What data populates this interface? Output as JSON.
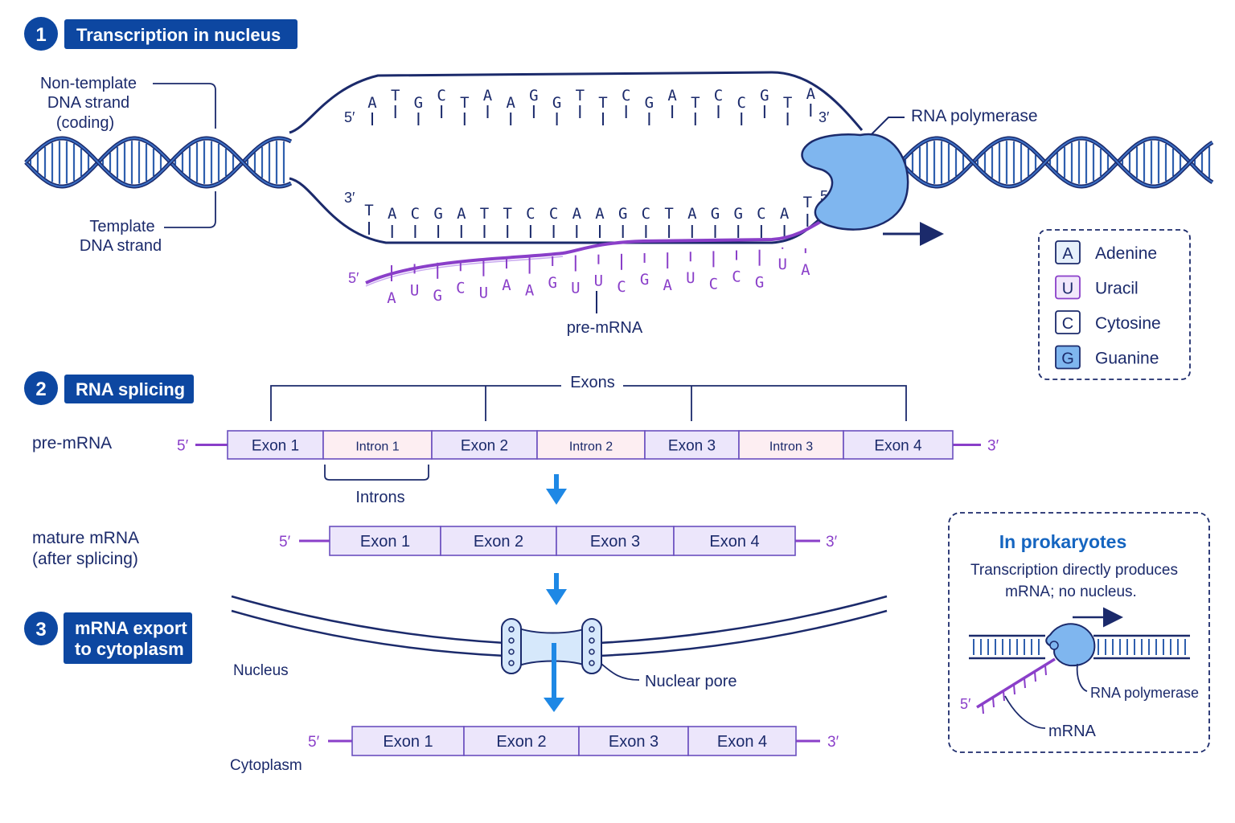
{
  "colors": {
    "navy": "#1b2a6b",
    "step_badge": "#0d47a1",
    "dna": "#2f5fae",
    "polymerase": "#7fb6ef",
    "rna": "#8a3fc9",
    "exon_fill": "#ece6fb",
    "exon_stroke": "#6a4fbf",
    "intron_fill": "#fdeef2",
    "arrow_blue": "#1e88e5",
    "legend_border": "#1b2a6b"
  },
  "step1": {
    "number": "1",
    "title": "Transcription in nucleus",
    "labels": {
      "nontemplate": [
        "Non-template",
        "DNA strand",
        "(coding)"
      ],
      "template": [
        "Template",
        "DNA strand"
      ],
      "polymerase": "RNA polymerase",
      "premrna": "pre-mRNA"
    },
    "ends": {
      "top_left": "5′",
      "top_right": "3′",
      "bottom_left": "3′",
      "bottom_right": "5′",
      "rna_left": "5′"
    },
    "coding_seq": [
      "A",
      "T",
      "G",
      "C",
      "T",
      "A",
      "A",
      "G",
      "G",
      "T",
      "T",
      "C",
      "G",
      "A",
      "T",
      "C",
      "C",
      "G",
      "T",
      "A"
    ],
    "template_seq": [
      "T",
      "A",
      "C",
      "G",
      "A",
      "T",
      "T",
      "C",
      "C",
      "A",
      "A",
      "G",
      "C",
      "T",
      "A",
      "G",
      "G",
      "C",
      "A",
      "T"
    ],
    "rna_seq": [
      "A",
      "U",
      "G",
      "C",
      "U",
      "A",
      "A",
      "G",
      "U",
      "U",
      "C",
      "G",
      "A",
      "U",
      "C",
      "C",
      "G",
      "U",
      "A"
    ]
  },
  "legend": [
    {
      "letter": "A",
      "name": "Adenine"
    },
    {
      "letter": "U",
      "name": "Uracil"
    },
    {
      "letter": "C",
      "name": "Cytosine"
    },
    {
      "letter": "G",
      "name": "Guanine"
    }
  ],
  "step2": {
    "number": "2",
    "title": "RNA splicing",
    "exons_label": "Exons",
    "introns_label": "Introns",
    "premrna_label": "pre-mRNA",
    "mature_label": [
      "mature mRNA",
      "(after splicing)"
    ],
    "premrna_segments": [
      "Exon 1",
      "Intron 1",
      "Exon 2",
      "Intron 2",
      "Exon 3",
      "Intron 3",
      "Exon 4"
    ],
    "mature_segments": [
      "Exon 1",
      "Exon 2",
      "Exon 3",
      "Exon 4"
    ],
    "five": "5′",
    "three": "3′"
  },
  "step3": {
    "number": "3",
    "title": [
      "mRNA export",
      "to cytoplasm"
    ],
    "nucleus": "Nucleus",
    "cytoplasm": "Cytoplasm",
    "pore": "Nuclear pore",
    "segments": [
      "Exon 1",
      "Exon 2",
      "Exon 3",
      "Exon 4"
    ],
    "five": "5′",
    "three": "3′"
  },
  "prokaryote": {
    "title": "In prokaryotes",
    "text": [
      "Transcription directly produces",
      "mRNA; no nucleus."
    ],
    "polymerase": "RNA polymerase",
    "mrna": "mRNA",
    "five": "5′"
  }
}
